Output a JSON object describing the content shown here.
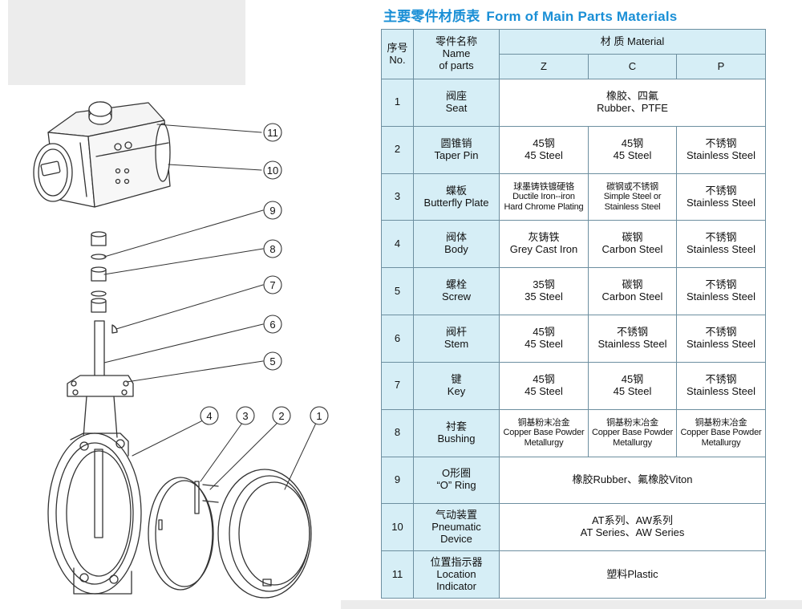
{
  "title": {
    "zh": "主要零件材质表",
    "en": "Form of Main Parts Materials"
  },
  "header": {
    "no": [
      "序号",
      "No."
    ],
    "name": [
      "零件名称",
      "Name",
      "of parts"
    ],
    "material": "材 质 Material",
    "grades": [
      "Z",
      "C",
      "P"
    ]
  },
  "rows": [
    {
      "no": "1",
      "name": [
        "阀座",
        "Seat"
      ],
      "span": true,
      "all": [
        "橡胶、四氟",
        "Rubber、PTFE"
      ]
    },
    {
      "no": "2",
      "name": [
        "圆锥销",
        "Taper Pin"
      ],
      "z": [
        "45钢",
        "45 Steel"
      ],
      "c": [
        "45钢",
        "45 Steel"
      ],
      "p": [
        "不锈钢",
        "Stainless Steel"
      ]
    },
    {
      "no": "3",
      "name": [
        "蝶板",
        "Butterfly Plate"
      ],
      "z": [
        "球墨铸铁镀硬铬",
        "Ductile Iron--iron",
        "Hard Chrome Plating"
      ],
      "c": [
        "碳钢或不锈钢",
        "Simple Steel or",
        "Stainless Steel"
      ],
      "p": [
        "不锈钢",
        "Stainless Steel"
      ]
    },
    {
      "no": "4",
      "name": [
        "阀体",
        "Body"
      ],
      "z": [
        "灰铸铁",
        "Grey Cast Iron"
      ],
      "c": [
        "碳钢",
        "Carbon Steel"
      ],
      "p": [
        "不锈钢",
        "Stainless Steel"
      ]
    },
    {
      "no": "5",
      "name": [
        "螺栓",
        "Screw"
      ],
      "z": [
        "35钢",
        "35 Steel"
      ],
      "c": [
        "碳钢",
        "Carbon Steel"
      ],
      "p": [
        "不锈钢",
        "Stainless Steel"
      ]
    },
    {
      "no": "6",
      "name": [
        "阀杆",
        "Stem"
      ],
      "z": [
        "45钢",
        "45 Steel"
      ],
      "c": [
        "不锈钢",
        "Stainless Steel"
      ],
      "p": [
        "不锈钢",
        "Stainless Steel"
      ]
    },
    {
      "no": "7",
      "name": [
        "键",
        "Key"
      ],
      "z": [
        "45钢",
        "45 Steel"
      ],
      "c": [
        "45钢",
        "45 Steel"
      ],
      "p": [
        "不锈钢",
        "Stainless Steel"
      ]
    },
    {
      "no": "8",
      "name": [
        "衬套",
        "Bushing"
      ],
      "z": [
        "铜基粉末冶金",
        "Copper Base Powder",
        "Metallurgy"
      ],
      "c": [
        "铜基粉末冶金",
        "Copper Base Powder",
        "Metallurgy"
      ],
      "p": [
        "铜基粉末冶金",
        "Copper Base Powder",
        "Metallurgy"
      ]
    },
    {
      "no": "9",
      "name": [
        "O形圈",
        "“O” Ring"
      ],
      "span": true,
      "all": [
        "橡胶Rubber、氟橡胶Viton"
      ]
    },
    {
      "no": "10",
      "name": [
        "气动装置",
        "Pneumatic",
        "Device"
      ],
      "span": true,
      "all": [
        "AT系列、AW系列",
        "AT Series、AW Series"
      ]
    },
    {
      "no": "11",
      "name": [
        "位置指示器",
        "Location",
        "Indicator"
      ],
      "span": true,
      "all": [
        "塑料Plastic"
      ]
    }
  ],
  "callouts": [
    "1",
    "2",
    "3",
    "4",
    "5",
    "6",
    "7",
    "8",
    "9",
    "10",
    "11"
  ],
  "colors": {
    "title": "#1a8fd6",
    "header_fill": "#d6eef6",
    "border": "#6d8fa0",
    "drawing_line": "#333333"
  }
}
